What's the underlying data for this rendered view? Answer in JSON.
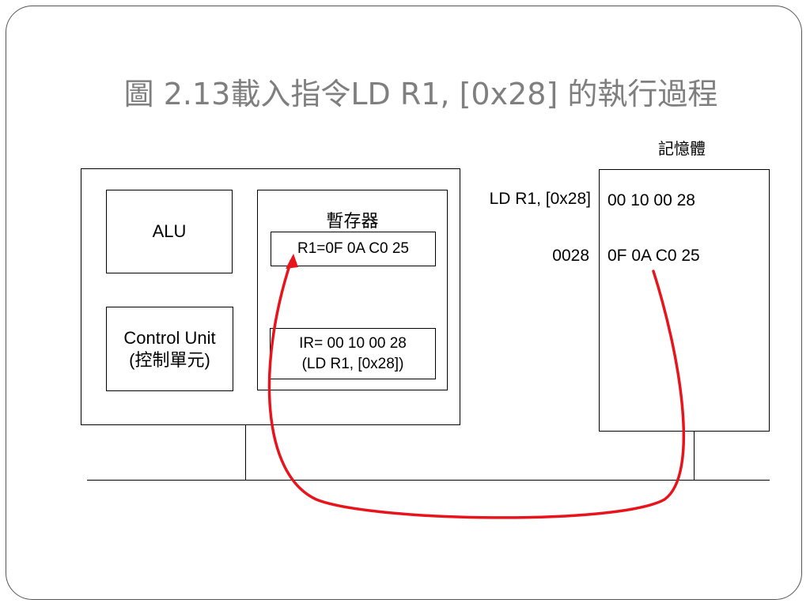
{
  "title": "圖 2.13載入指令LD R1, [0x28] 的執行過程",
  "memory": {
    "label": "記憶體",
    "rows": [
      {
        "address": "LD R1, [0x28]",
        "content": "00 10 00 28"
      },
      {
        "address": "0028",
        "content": "0F 0A C0 25"
      }
    ]
  },
  "cpu": {
    "alu_label": "ALU",
    "control_unit_line1": "Control Unit",
    "control_unit_line2": "(控制單元)",
    "registers_label": "暫存器",
    "r1_text": "R1=0F 0A C0 25",
    "ir_line1": "IR= 00 10 00 28",
    "ir_line2": "(LD R1, [0x28])"
  },
  "colors": {
    "arrow": "#e8141c",
    "title": "#7f7f7f",
    "border": "#000000"
  }
}
